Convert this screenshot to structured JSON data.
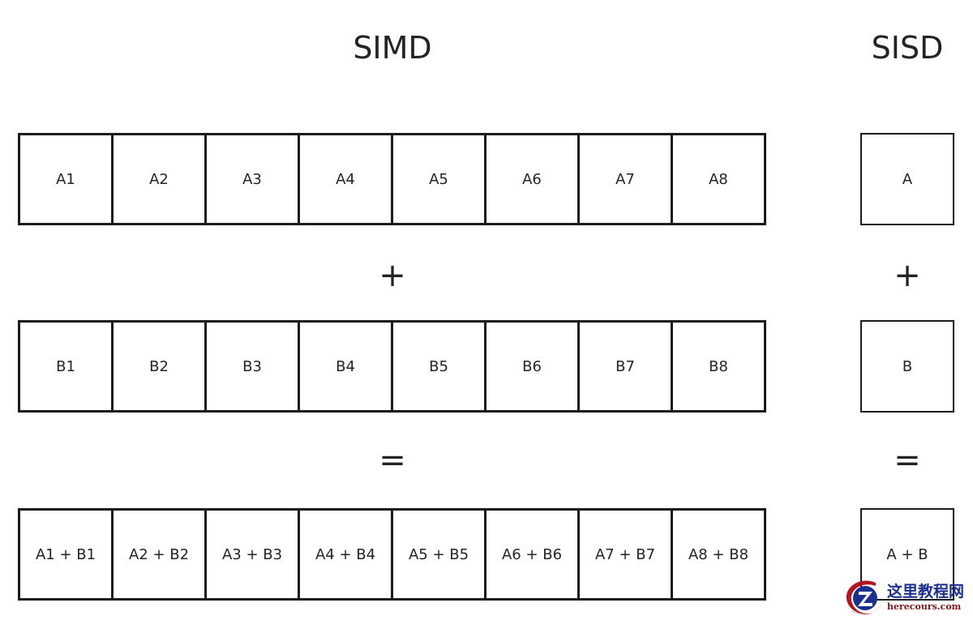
{
  "diagram": {
    "type": "concept-diagram",
    "topic": "SIMD vs SISD vector addition",
    "columns": [
      {
        "id": "simd",
        "title": "SIMD",
        "lanes": 8,
        "rows": [
          {
            "id": "operand-a",
            "cells": [
              "A1",
              "A2",
              "A3",
              "A4",
              "A5",
              "A6",
              "A7",
              "A8"
            ]
          },
          {
            "id": "operand-b",
            "cells": [
              "B1",
              "B2",
              "B3",
              "B4",
              "B5",
              "B6",
              "B7",
              "B8"
            ]
          },
          {
            "id": "result",
            "cells": [
              "A1 + B1",
              "A2 + B2",
              "A3 + B3",
              "A4 + B4",
              "A5 + B5",
              "A6 + B6",
              "A7 + B7",
              "A8 + B8"
            ]
          }
        ],
        "operators": {
          "plus": "+",
          "equals": "="
        }
      },
      {
        "id": "sisd",
        "title": "SISD",
        "lanes": 1,
        "rows": [
          {
            "id": "operand-a",
            "cells": [
              "A"
            ]
          },
          {
            "id": "operand-b",
            "cells": [
              "B"
            ]
          },
          {
            "id": "result",
            "cells": [
              "A + B"
            ]
          }
        ],
        "operators": {
          "plus": "+",
          "equals": "="
        }
      }
    ]
  },
  "watermark": {
    "mark_letter": "Z",
    "site_name_cn": "这里教程网",
    "site_url": "herecours.com"
  },
  "colors": {
    "background": "#ffffff",
    "box_border": "#1c1c1c",
    "text": "#232427",
    "watermark_blue": "#1a2f8f",
    "watermark_red": "#b01721",
    "watermark_url": "#8a1418"
  }
}
